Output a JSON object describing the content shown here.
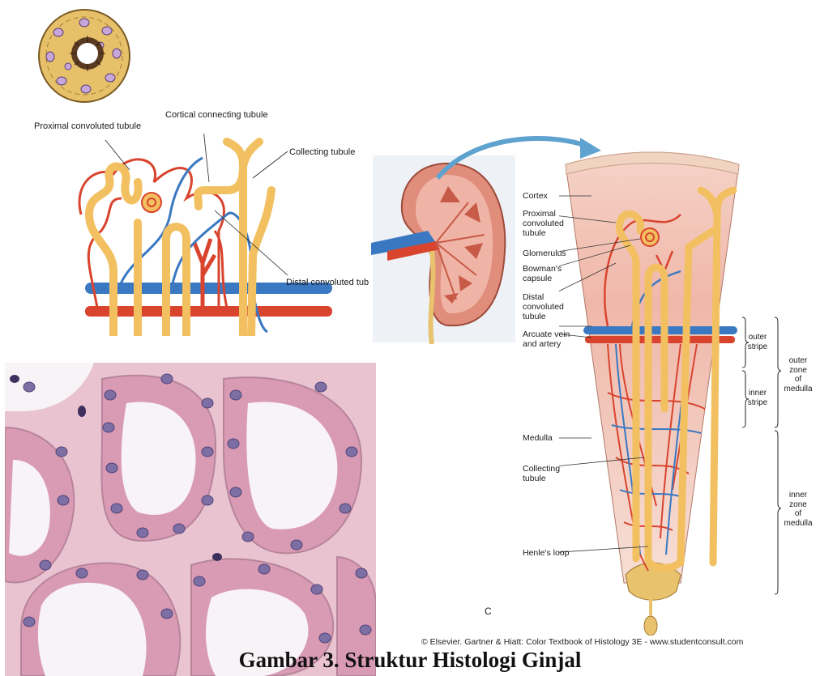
{
  "top_diagram": {
    "labels": {
      "proximal": "Proximal convoluted tubule",
      "cortical": "Cortical connecting tubule",
      "collecting": "Collecting tubule",
      "distal": "Distal convoluted tub"
    }
  },
  "right_diagram": {
    "labels": {
      "cortex": "Cortex",
      "proximal": "Proximal\nconvoluted\ntubule",
      "glomerulus": "Glomerulus",
      "bowman": "Bowman's\ncapsule",
      "distal": "Distal\nconvoluted\ntubule",
      "arcuate": "Arcuate vein\nand artery",
      "medulla": "Medulla",
      "collecting": "Collecting\ntubule",
      "henle": "Henle's loop",
      "letter": "C"
    },
    "zones": {
      "outer_stripe": "outer\nstripe",
      "inner_stripe": "inner\nstripe",
      "outer_zone": "outer\nzone\nof\nmedulla",
      "inner_zone": "inner\nzone\nof\nmedulla"
    },
    "copyright": "© Elsevier. Gartner & Hiatt: Color Textbook of Histology 3E - www.studentconsult.com"
  },
  "caption": "Gambar 3. Struktur Histologi Ginjal",
  "colors": {
    "tubule": "#f2c060",
    "artery": "#d9442e",
    "vein": "#3a78c2",
    "cortex": "#f3c9bd",
    "tissue": "#e9c4d0"
  }
}
